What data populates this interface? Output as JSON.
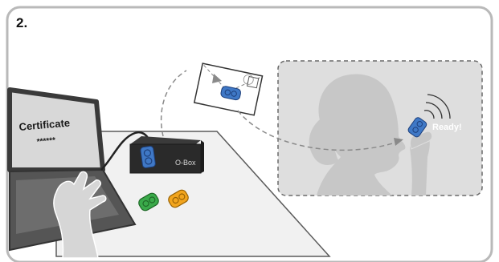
{
  "step": {
    "label": "2."
  },
  "laptop": {
    "certificate_title": "Certificate",
    "certificate_stars": "******"
  },
  "obox": {
    "label": "O-Box"
  },
  "user": {
    "status": "Ready!"
  },
  "colors": {
    "frame_border": "#b9b9b9",
    "token_blue": "#3f78c6",
    "token_green": "#3aaa4a",
    "token_orange": "#f2a51e",
    "dashed_arrow": "#8a8a8a",
    "scene_bg": "#dedede",
    "silhouette": "#c7c7c7"
  }
}
